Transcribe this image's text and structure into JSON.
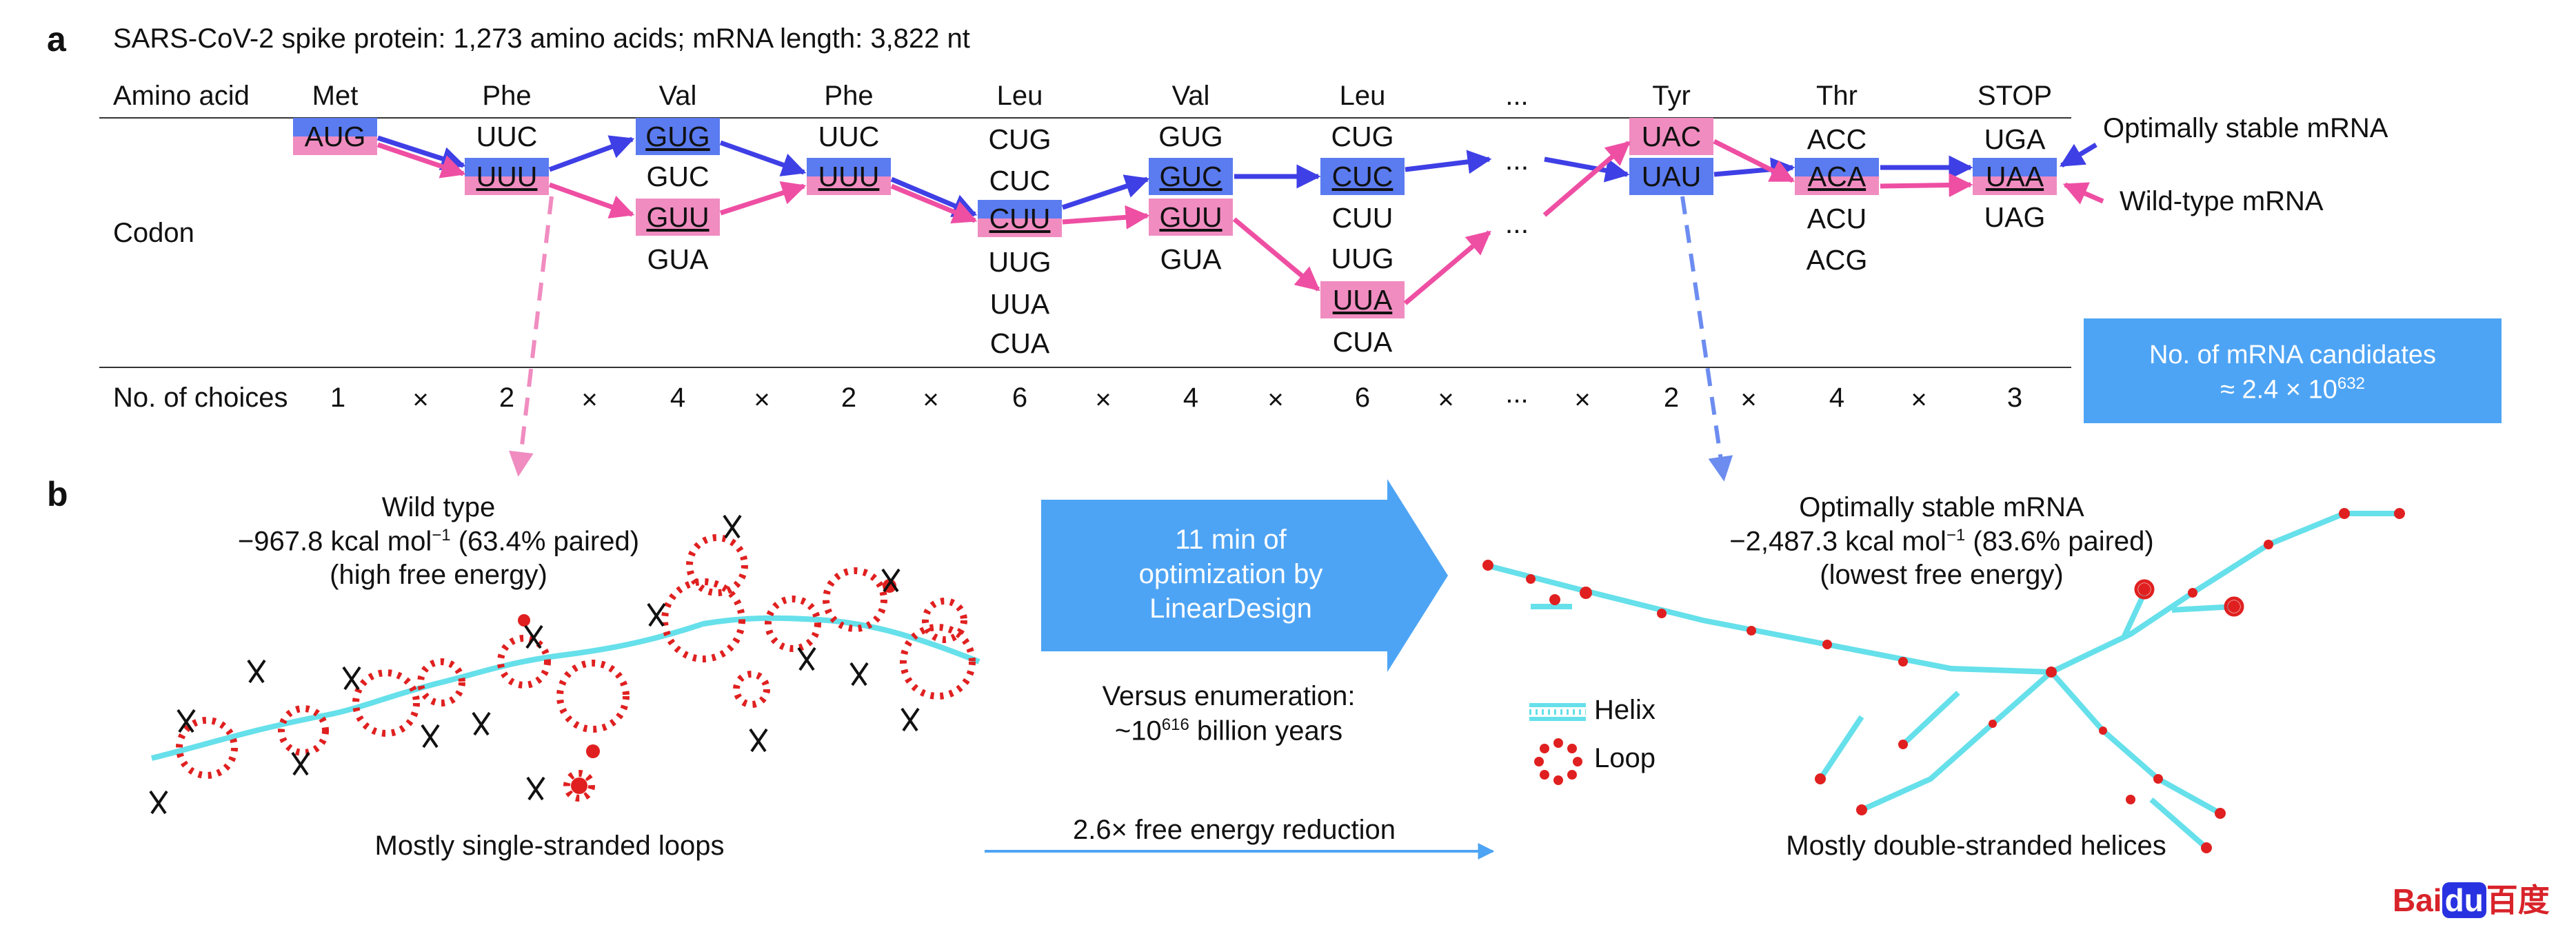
{
  "panel_a": {
    "label": "a",
    "title": "SARS-CoV-2 spike protein: 1,273 amino acids; mRNA length: 3,822 nt",
    "row_labels": {
      "amino_acid": "Amino acid",
      "codon": "Codon",
      "choices": "No. of choices"
    },
    "columns": [
      {
        "aa": "Met",
        "choices": "1",
        "codons": [
          "AUG"
        ]
      },
      {
        "aa": "Phe",
        "choices": "2",
        "codons": [
          "UUC",
          "UUU"
        ]
      },
      {
        "aa": "Val",
        "choices": "4",
        "codons": [
          "GUG",
          "GUC",
          "GUU",
          "GUA"
        ]
      },
      {
        "aa": "Phe",
        "choices": "2",
        "codons": [
          "UUC",
          "UUU"
        ]
      },
      {
        "aa": "Leu",
        "choices": "6",
        "codons": [
          "CUG",
          "CUC",
          "CUU",
          "UUG",
          "UUA",
          "CUA"
        ]
      },
      {
        "aa": "Val",
        "choices": "4",
        "codons": [
          "GUG",
          "GUC",
          "GUU",
          "GUA"
        ]
      },
      {
        "aa": "Leu",
        "choices": "6",
        "codons": [
          "CUG",
          "CUC",
          "CUU",
          "UUG",
          "UUA",
          "CUA"
        ]
      },
      {
        "aa": "...",
        "choices": "...",
        "codons": [
          "...",
          "..."
        ]
      },
      {
        "aa": "Tyr",
        "choices": "2",
        "codons": [
          "UAC",
          "UAU"
        ]
      },
      {
        "aa": "Thr",
        "choices": "4",
        "codons": [
          "ACC",
          "ACA",
          "ACU",
          "ACG"
        ]
      },
      {
        "aa": "STOP",
        "choices": "3",
        "codons": [
          "UGA",
          "UAA",
          "UAG"
        ]
      }
    ],
    "times_symbol": "×",
    "legend_optimal": "Optimally stable mRNA",
    "legend_wild": "Wild-type mRNA",
    "candidates_line1": "No. of mRNA candidates",
    "candidates_prefix": "≈ 2.4 × 10",
    "candidates_exp": "632",
    "colors": {
      "optimal": "#3f3fe6",
      "wild": "#ee4fa3",
      "box_blue": "#5b7bf0",
      "box_pink": "#f08cc0",
      "accent": "#4ea4f4"
    }
  },
  "panel_b": {
    "label": "b",
    "wild": {
      "title": "Wild type",
      "energy_prefix": "−967.8 kcal mol",
      "energy_sup": "−1",
      "energy_suffix": " (63.4% paired)",
      "note": "(high free energy)",
      "caption": "Mostly single-stranded loops"
    },
    "optimal": {
      "title": "Optimally stable mRNA",
      "energy_prefix": "−2,487.3 kcal mol",
      "energy_sup": "−1",
      "energy_suffix": " (83.6% paired)",
      "note": "(lowest free energy)",
      "caption": "Mostly double-stranded helices"
    },
    "arrow_text": [
      "11 min of",
      "optimization by",
      "LinearDesign"
    ],
    "versus_line1": "Versus enumeration:",
    "versus_prefix": "~10",
    "versus_exp": "616",
    "versus_suffix": " billion years",
    "reduction": "2.6× free energy reduction",
    "legend_helix": "Helix",
    "legend_loop": "Loop"
  },
  "watermark": {
    "left": "Bai",
    "mid": "du",
    "right": "百度"
  }
}
